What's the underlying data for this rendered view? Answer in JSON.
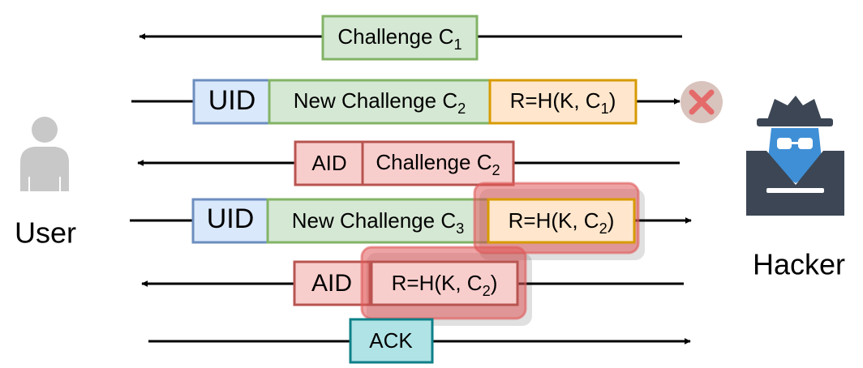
{
  "actors": {
    "user": {
      "label": "User"
    },
    "hacker": {
      "label": "Hacker"
    }
  },
  "colors": {
    "green_fill": "#d5e8d4",
    "green_stroke": "#82b366",
    "blue_fill": "#dae8fc",
    "blue_stroke": "#6c8ebf",
    "orange_fill": "#ffe6cc",
    "orange_stroke": "#d79b00",
    "red_fill": "#f8cecc",
    "red_stroke": "#b85450",
    "teal_fill": "#b0e3e6",
    "teal_stroke": "#0e8088",
    "highlight": "#e05a5a",
    "block_icon": "#e57373"
  },
  "messages": [
    {
      "direction": "left",
      "fields": [
        {
          "text": "Challenge C",
          "sub": "1",
          "color": "green"
        }
      ]
    },
    {
      "direction": "right",
      "blocked": true,
      "fields": [
        {
          "text": "UID",
          "color": "blue"
        },
        {
          "text": "New Challenge C",
          "sub": "2",
          "color": "green"
        },
        {
          "text": "R=H(K, C",
          "sub": "1",
          "suffix": ")",
          "color": "orange"
        }
      ]
    },
    {
      "direction": "left",
      "fields": [
        {
          "text": "AID",
          "color": "red"
        },
        {
          "text": "Challenge C",
          "sub": "2",
          "color": "red"
        }
      ]
    },
    {
      "direction": "right",
      "fields": [
        {
          "text": "UID",
          "color": "blue"
        },
        {
          "text": "New Challenge C",
          "sub": "3",
          "color": "green"
        },
        {
          "text": "R=H(K, C",
          "sub": "2",
          "suffix": ")",
          "color": "orange",
          "highlighted": true
        }
      ]
    },
    {
      "direction": "left",
      "fields": [
        {
          "text": "AID",
          "color": "red"
        },
        {
          "text": "R=H(K, C",
          "sub": "2",
          "suffix": ")",
          "color": "red",
          "highlighted": true
        }
      ]
    },
    {
      "direction": "right",
      "fields": [
        {
          "text": "ACK",
          "color": "teal"
        }
      ]
    }
  ]
}
